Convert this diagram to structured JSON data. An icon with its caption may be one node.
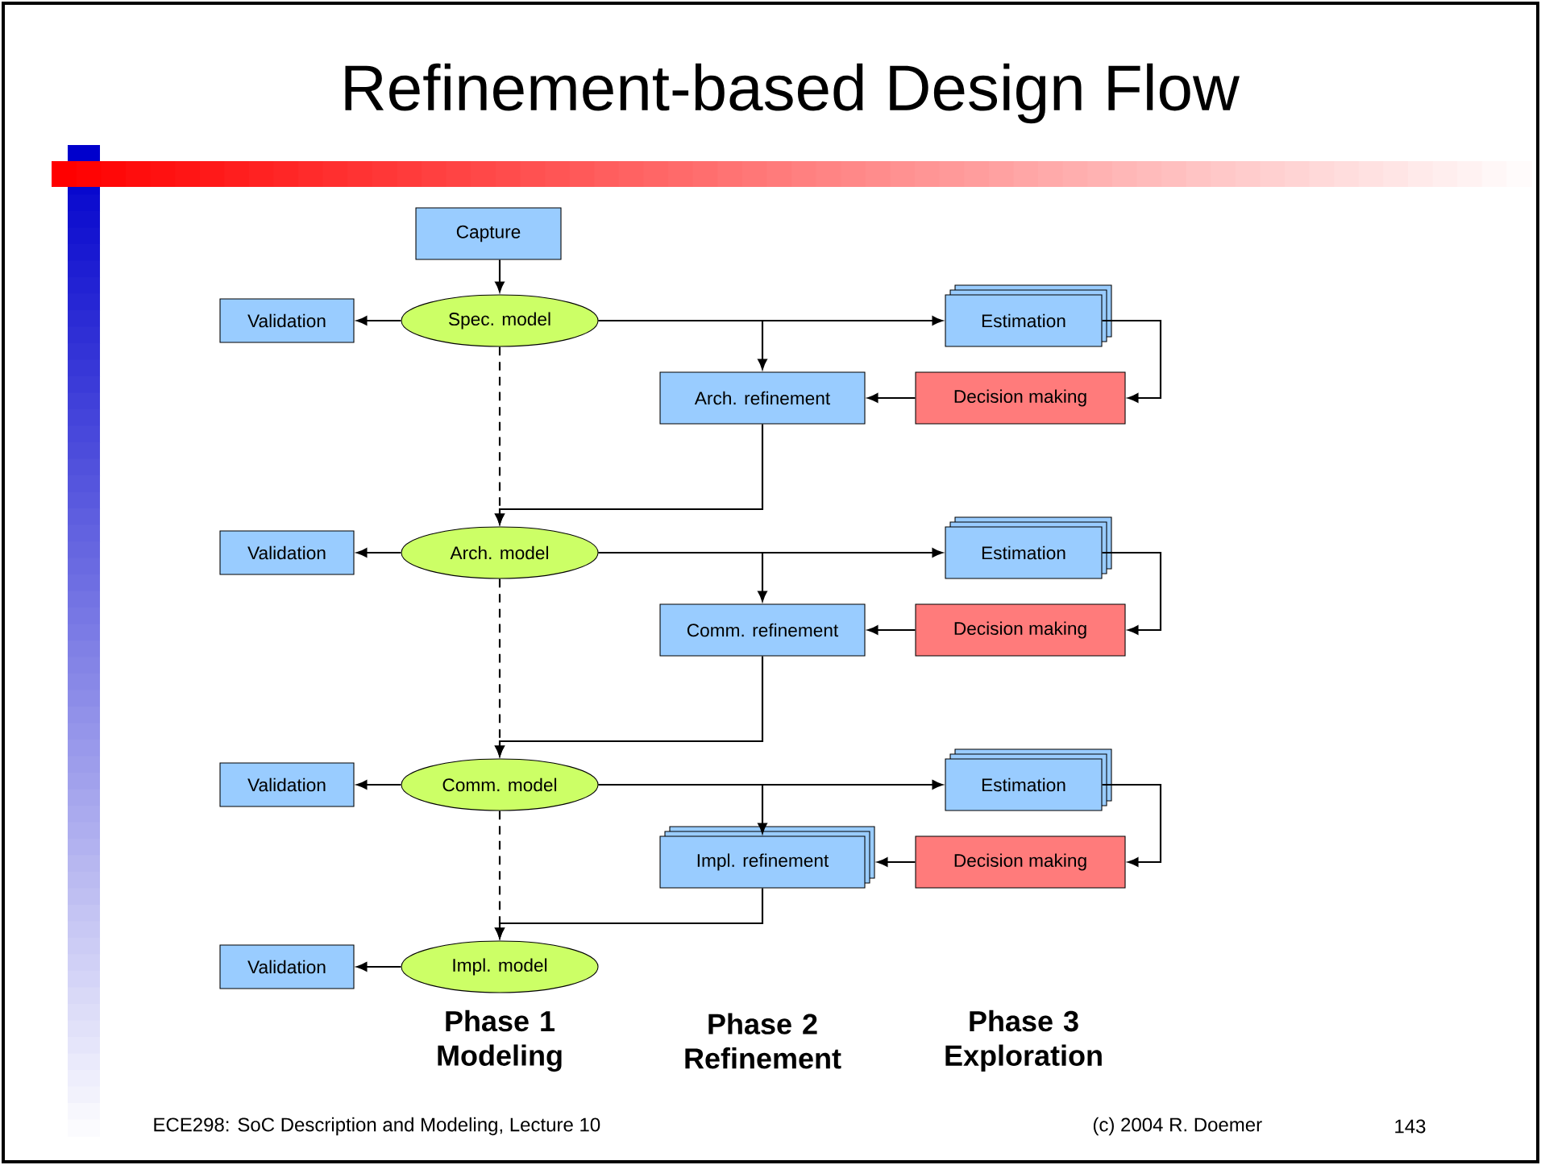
{
  "diagram": {
    "title": "Refinement-based Design Flow",
    "nodes": [
      {
        "text": [
          "Capture"
        ]
      },
      {
        "text": [
          "Validation"
        ]
      },
      {
        "text": [
          "Spec. model"
        ]
      },
      {
        "text": [
          "Estimation"
        ]
      },
      {
        "text": [
          "Arch. refinement"
        ]
      },
      {
        "text": [
          "Decision making"
        ]
      },
      {
        "text": [
          "Validation"
        ]
      },
      {
        "text": [
          "Arch. model"
        ]
      },
      {
        "text": [
          "Estimation"
        ]
      },
      {
        "text": [
          "Comm. refinement"
        ]
      },
      {
        "text": [
          "Decision making"
        ]
      },
      {
        "text": [
          "Validation"
        ]
      },
      {
        "text": [
          "Comm. model"
        ]
      },
      {
        "text": [
          "Estimation"
        ]
      },
      {
        "text": [
          "Impl. refinement"
        ]
      },
      {
        "text": [
          "Decision making"
        ]
      },
      {
        "text": [
          "Validation"
        ]
      },
      {
        "text": [
          "Impl. model"
        ]
      }
    ],
    "edges": [
      {
        "from": 0,
        "to": 2,
        "arrow": "to"
      },
      {
        "from": 2,
        "to": 1,
        "arrow": "to"
      },
      {
        "from": 2,
        "to": 3,
        "arrow": "to"
      },
      {
        "from": 2,
        "to": 4,
        "arrow": "to"
      },
      {
        "from": 3,
        "to": 5,
        "arrow": "to"
      },
      {
        "from": 5,
        "to": 4,
        "arrow": "to"
      },
      {
        "from": 4,
        "to": 7,
        "arrow": "to"
      },
      {
        "from": 2,
        "to": 7,
        "arrow": "to",
        "style": "dashed"
      },
      {
        "from": 7,
        "to": 6,
        "arrow": "to"
      },
      {
        "from": 7,
        "to": 8,
        "arrow": "to"
      },
      {
        "from": 7,
        "to": 9,
        "arrow": "to"
      },
      {
        "from": 8,
        "to": 10,
        "arrow": "to"
      },
      {
        "from": 10,
        "to": 9,
        "arrow": "to"
      },
      {
        "from": 9,
        "to": 12,
        "arrow": "to"
      },
      {
        "from": 7,
        "to": 12,
        "arrow": "to",
        "style": "dashed"
      },
      {
        "from": 12,
        "to": 11,
        "arrow": "to"
      },
      {
        "from": 12,
        "to": 13,
        "arrow": "to"
      },
      {
        "from": 12,
        "to": 14,
        "arrow": "to"
      },
      {
        "from": 13,
        "to": 15,
        "arrow": "to"
      },
      {
        "from": 15,
        "to": 14,
        "arrow": "to"
      },
      {
        "from": 14,
        "to": 17,
        "arrow": "to"
      },
      {
        "from": 12,
        "to": 17,
        "arrow": "to",
        "style": "dashed"
      },
      {
        "from": 17,
        "to": 16,
        "arrow": "to"
      }
    ],
    "labels": [
      "Phase 1 Modeling",
      "Phase 2 Refinement",
      "Phase 3 Exploration",
      "ECE298: SoC Description and Modeling, Lecture 10",
      "(c) 2004 R. Doemer",
      "143"
    ]
  }
}
